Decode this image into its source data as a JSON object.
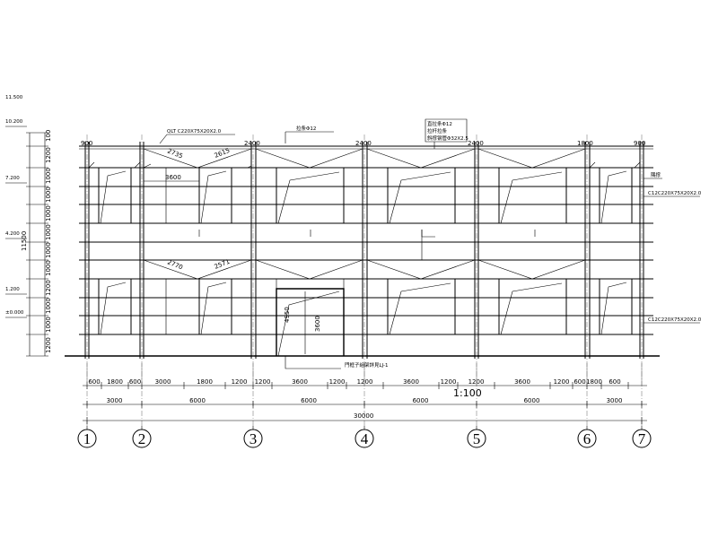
{
  "elevation": {
    "levels": [
      {
        "label": "11.500"
      },
      {
        "label": "10.200"
      },
      {
        "label": "7.200"
      },
      {
        "label": "4.200"
      },
      {
        "label": "1.200"
      },
      {
        "label": "±0.000"
      }
    ],
    "overall_height": "11500",
    "left_vertical_dims": [
      "100",
      "1200",
      "1000",
      "1000",
      "1000",
      "1000",
      "1000",
      "1000",
      "1200",
      "1000",
      "1000",
      "1200"
    ]
  },
  "top_labels": {
    "qlt": "QLT  C220X75X20X2.0",
    "tie_rod_1": "拉条Φ12",
    "tie_rod_2": "直拉条Φ12",
    "brace": "拉杆拉条",
    "steel_pipe": "斜撑钢管Φ32X2.5",
    "spacing_labels": [
      "2400",
      "2400",
      "2400",
      "1800"
    ],
    "slope_top": [
      "2735",
      "2615"
    ],
    "slope_mid": [
      "2770",
      "2571"
    ],
    "dim_3600": "3600",
    "left_marks": [
      "900",
      "900"
    ]
  },
  "right_labels": {
    "corner": "隅撑",
    "purlin_upper": "C12C220X75X20X2.0",
    "purlin_lower": "C12C220X75X20X2.0"
  },
  "door": {
    "width": "4950",
    "height": "3600",
    "note": "門框子組架詳見LJ-1"
  },
  "dimensions": {
    "row1": [
      "600",
      "1800",
      "600",
      "3000",
      "1800",
      "1200",
      "1200",
      "3600",
      "1200",
      "1200",
      "3600",
      "1200",
      "1200",
      "3600",
      "1200",
      "600",
      "1800",
      "600"
    ],
    "row2": [
      "3000",
      "6000",
      "6000",
      "6000",
      "6000",
      "3000"
    ],
    "total": "30000"
  },
  "scale": "1:100",
  "axes": [
    "1",
    "2",
    "3",
    "4",
    "5",
    "6",
    "7"
  ]
}
